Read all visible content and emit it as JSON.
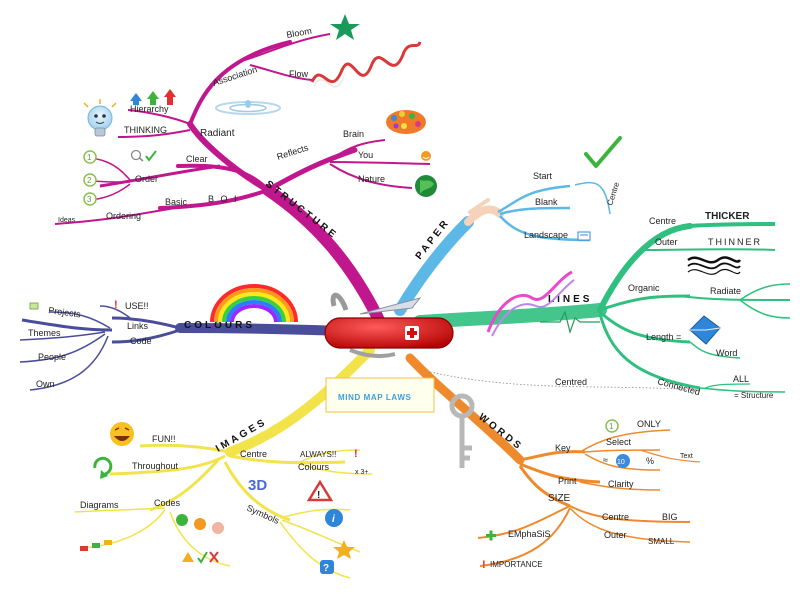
{
  "colors": {
    "structure": "#c0178f",
    "paper": "#5cb8e6",
    "lines": "#2fbf7f",
    "colours": "#4a4d9a",
    "images": "#f2e34a",
    "words": "#ef8a2c",
    "law_border": "#f0c040"
  },
  "center": {
    "title": "MIND MAP LAWS"
  },
  "structure": {
    "label": "STRUCTURE",
    "boi": "B O I",
    "basic": "Basic",
    "ordering": "Ordering",
    "ideas": "Ideas",
    "order": "Order",
    "clear": "Clear",
    "num1": "1",
    "num2": "2",
    "num3": "3",
    "radiant": "Radiant",
    "hierarchy": "Hierarchy",
    "thinking": "THINKING",
    "association": "Association",
    "bloom": "Bloom",
    "flow": "Flow",
    "reflects": "Reflects",
    "brain": "Brain",
    "you": "You",
    "nature": "Nature"
  },
  "paper": {
    "label": "PAPER",
    "start": "Start",
    "blank": "Blank",
    "landscape": "Landscape",
    "centre": "Centre"
  },
  "lines": {
    "label": "LINES",
    "centre": "Centre",
    "thicker": "THICKER",
    "outer": "Outer",
    "thinner": "THINNER",
    "organic": "Organic",
    "radiate": "Radiate",
    "length": "Length =",
    "word": "Word",
    "connected": "Connected",
    "all": "ALL",
    "eq_structure": "= Structure",
    "centred": "Centred"
  },
  "colours": {
    "label": "COLOURS",
    "projects": "Projects",
    "use": "USE!!",
    "links": "Links",
    "code": "Code",
    "themes": "Themes",
    "people": "People",
    "own": "Own"
  },
  "images": {
    "label": "IMAGES",
    "fun": "FUN!!",
    "throughout": "Throughout",
    "centre": "Centre",
    "always": "ALWAYS!!",
    "colours": "Colours",
    "x3": "x 3+",
    "diagrams": "Diagrams",
    "codes": "Codes",
    "symbols": "Symbols",
    "three_d": "3D"
  },
  "words": {
    "label": "WORDS",
    "key": "Key",
    "only": "ONLY",
    "select": "Select",
    "text": "Text",
    "percent": "%",
    "approx": "≈",
    "ten": "10",
    "print": "Print",
    "clarity": "Clarity",
    "size": "SIZE",
    "centre": "Centre",
    "big": "BIG",
    "outer": "Outer",
    "small": "SMALL",
    "emphasis": "EMphaSiS",
    "importance": "IMPORTANCE"
  }
}
